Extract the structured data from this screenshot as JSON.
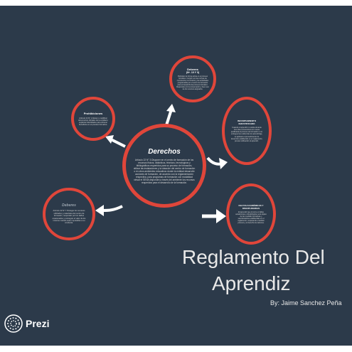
{
  "presentation": {
    "title_line1": "Reglamento Del",
    "title_line2": "Aprendiz",
    "byline": "By: Jaime Sanchez Peña",
    "logo_text": "Prezi"
  },
  "nodes": {
    "center": {
      "title": "Derechos",
      "body": "Artículo 22 N° 3 Disponer en el centro de formación de los recursos físicos, didácticos, técnicos, tecnológicos y bibliográficos requeridos para su proceso de formación, utilizar las instalaciones y la dotación del centro de formación o en otros ambientes educativos donde la entidad desarrolle acciones de formación, de acuerdo con la reglamentación respectiva, para programas de formación con modalidad virtual el SENA dispondrá a través del ambiente los recursos requeridos para el desarrollo de la formación."
    },
    "top": {
      "title": "Deberes",
      "subtitle": "(Nº. 10 Y 3)",
      "body": "Participar de forma activa en el proceso formativo. Cumplir con las normas de convivencia, los horarios y las actividades programadas por el centro de formación para el desarrollo del proceso formativo. Responder por la conservación y buen uso de los recursos asignados."
    },
    "left_top": {
      "title": "Prohibiciones",
      "body": "Artículo 24 Nº 1 Alterar o modificar documentos oficiales de la entidad o suplantar identidades para obtener beneficios en el proceso formativo."
    },
    "right_top": {
      "title": "INCUMPLIMIENTO INJUSTIFICADO",
      "body": "Cuando el aprendiz no asista durante tres días consecutivos sin causa justificada al proceso de formación o no entregue las evidencias de aprendizaje, se aplicará el procedimiento de deserción establecido en el reglamento, previa notificación al aprendiz."
    },
    "left_bottom": {
      "title": "Deberes",
      "body": "Artículo 22 Nº 7 Proteger los recursos utilizados y materiales del centro de formación, responder por los daños ocasionados y reintegrar el valor de los mismos cuando sean imputables a su conducta."
    },
    "right_bottom": {
      "title": "FALTAS ACADÉMICAS Y DISCIPLINARIAS",
      "body": "El aprendiz que incurra en faltas académicas o disciplinarias será objeto de las medidas formativas y sancionatorias establecidas en el reglamento, respetando el debido proceso y el derecho de defensa."
    }
  },
  "colors": {
    "background": "#2c3a4a",
    "ring": "#e0463a",
    "text": "#e8e8e8"
  }
}
